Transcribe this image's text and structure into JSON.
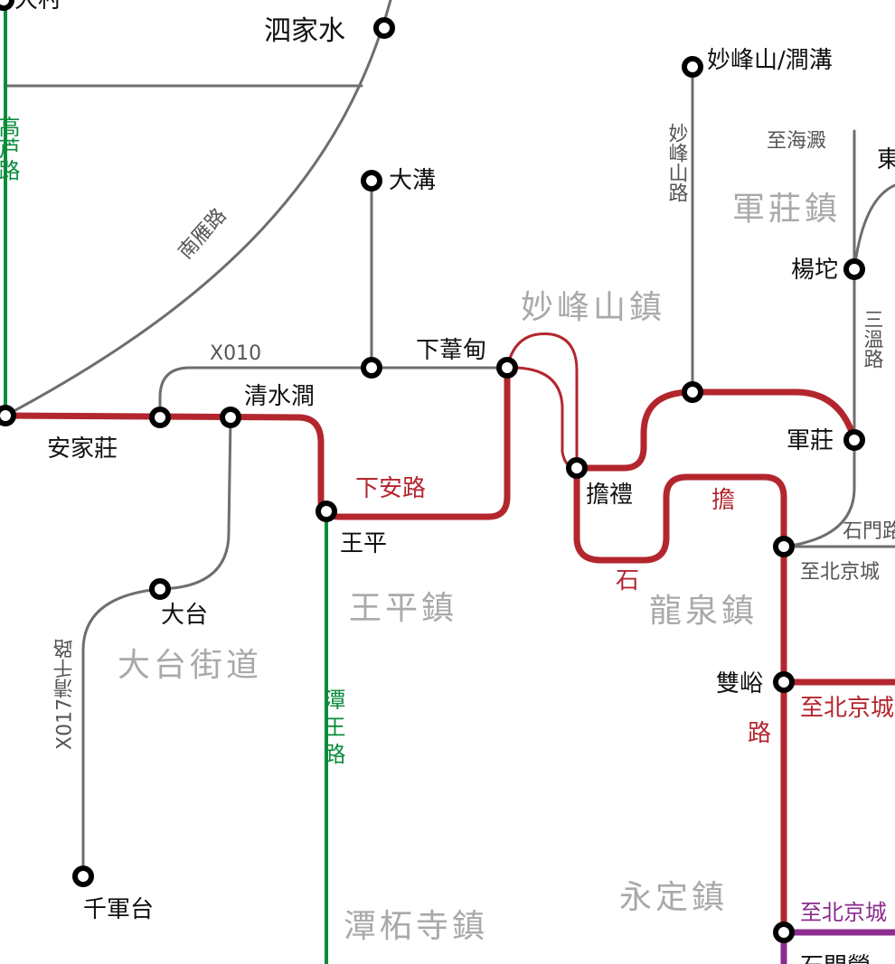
{
  "stations": {
    "top_left_partial": "大村",
    "sijiashui": "泗家水",
    "miaofengshan": "妙峰山/澗溝",
    "dagou": "大溝",
    "yangtuo": "楊坨",
    "top_right_partial": "東",
    "xiaweidian": "下葦甸",
    "anjiazhuang": "安家莊",
    "qingshuijian": "清水澗",
    "junzhuang": "軍莊",
    "danli": "擔禮",
    "wangping": "王平",
    "dadai": "大台",
    "shuangyu": "雙峪",
    "qianjuntai": "千軍台",
    "shimenying": "石門營"
  },
  "roads": {
    "gaoluo": "高芦路",
    "nanyan": "南雁路",
    "x010": "X010",
    "miaofeng_road": "妙峰山路",
    "to_haidian": "至海澱",
    "sanwen": "三溫路",
    "shimen_partial": "石門路",
    "to_beijing_1": "至北京城",
    "to_beijing_2": "至北京城",
    "to_beijing_3": "至北京城",
    "x017": "X017清千路",
    "xiaan": "下安路",
    "dan": "擔",
    "shi": "石",
    "lu": "路",
    "tanwang": "潭王路"
  },
  "towns": {
    "junzhuang": "軍莊鎮",
    "miaofengshan": "妙峰山鎮",
    "wangping": "王平鎮",
    "longquan": "龍泉鎮",
    "dadai": "大台街道",
    "tanzhesi": "潭柘寺鎮",
    "yongding": "永定鎮"
  },
  "colors": {
    "trunk_red": "#b3262e",
    "green_road": "#0a8c3c",
    "grey_road": "#6e6e6e",
    "purple_line": "#8b2c8f",
    "town_label": "#a9a9a9"
  }
}
